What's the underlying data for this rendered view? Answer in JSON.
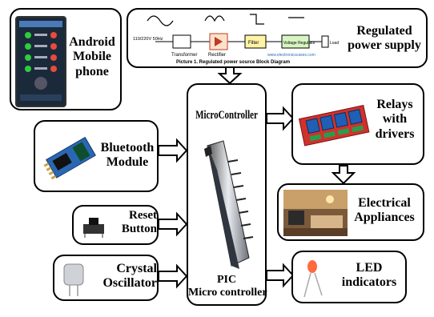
{
  "blocks": {
    "android": {
      "lines": [
        "Android",
        "Mobile",
        "phone"
      ]
    },
    "power": {
      "lines": [
        "Regulated",
        "power supply"
      ],
      "diagram": {
        "voltage": "110/220V\n50Hz",
        "stages": [
          "Transformer",
          "Rectifier",
          "Filter",
          "Voltage\nRegulator",
          "Load"
        ],
        "url": "www.electronicscases.com",
        "caption": "Picture 1.  Regulated power source Block Diagram"
      }
    },
    "bluetooth": {
      "lines": [
        "Bluetooth",
        "Module"
      ]
    },
    "reset": {
      "lines": [
        "Reset",
        "Button"
      ]
    },
    "crystal": {
      "lines": [
        "Crystal",
        "Oscillator"
      ]
    },
    "micro": {
      "title": "MicroController",
      "lines": [
        "PIC",
        "Micro controller"
      ]
    },
    "relays": {
      "lines": [
        "Relays",
        "with",
        "drivers"
      ]
    },
    "appliances": {
      "lines": [
        "Electrical",
        "Appliances"
      ]
    },
    "led": {
      "lines": [
        "LED",
        "indicators"
      ]
    }
  }
}
